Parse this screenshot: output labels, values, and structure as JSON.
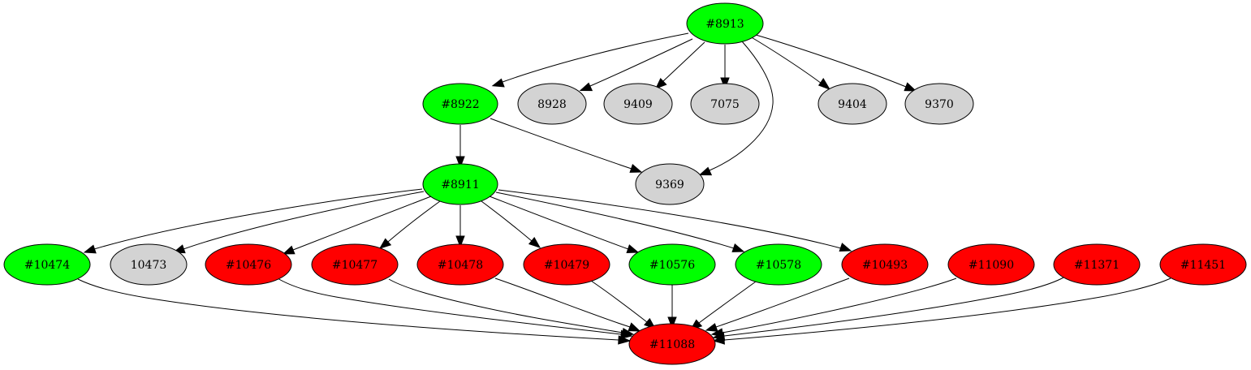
{
  "colors": {
    "green": "#00ff00",
    "red": "#ff0000",
    "gray": "#d3d3d3",
    "stroke": "#000000"
  },
  "nodes": {
    "n8913": {
      "label": "#8913",
      "fill": "green"
    },
    "n8922": {
      "label": "#8922",
      "fill": "green"
    },
    "n8928": {
      "label": "8928",
      "fill": "gray"
    },
    "n9409": {
      "label": "9409",
      "fill": "gray"
    },
    "n7075": {
      "label": "7075",
      "fill": "gray"
    },
    "n9404": {
      "label": "9404",
      "fill": "gray"
    },
    "n9370": {
      "label": "9370",
      "fill": "gray"
    },
    "n8911": {
      "label": "#8911",
      "fill": "green"
    },
    "n9369": {
      "label": "9369",
      "fill": "gray"
    },
    "n10474": {
      "label": "#10474",
      "fill": "green"
    },
    "n10473": {
      "label": "10473",
      "fill": "gray"
    },
    "n10476": {
      "label": "#10476",
      "fill": "red"
    },
    "n10477": {
      "label": "#10477",
      "fill": "red"
    },
    "n10478": {
      "label": "#10478",
      "fill": "red"
    },
    "n10479": {
      "label": "#10479",
      "fill": "red"
    },
    "n10576": {
      "label": "#10576",
      "fill": "green"
    },
    "n10578": {
      "label": "#10578",
      "fill": "green"
    },
    "n10493": {
      "label": "#10493",
      "fill": "red"
    },
    "n11090": {
      "label": "#11090",
      "fill": "red"
    },
    "n11371": {
      "label": "#11371",
      "fill": "red"
    },
    "n11451": {
      "label": "#11451",
      "fill": "red"
    },
    "n11088": {
      "label": "#11088",
      "fill": "red"
    }
  },
  "edges": [
    {
      "from": "n8913",
      "to": "n8922"
    },
    {
      "from": "n8913",
      "to": "n8928"
    },
    {
      "from": "n8913",
      "to": "n9409"
    },
    {
      "from": "n8913",
      "to": "n7075"
    },
    {
      "from": "n8913",
      "to": "n9369"
    },
    {
      "from": "n8913",
      "to": "n9404"
    },
    {
      "from": "n8913",
      "to": "n9370"
    },
    {
      "from": "n8922",
      "to": "n8911"
    },
    {
      "from": "n8922",
      "to": "n9369"
    },
    {
      "from": "n8911",
      "to": "n10474"
    },
    {
      "from": "n8911",
      "to": "n10473"
    },
    {
      "from": "n8911",
      "to": "n10476"
    },
    {
      "from": "n8911",
      "to": "n10477"
    },
    {
      "from": "n8911",
      "to": "n10478"
    },
    {
      "from": "n8911",
      "to": "n10479"
    },
    {
      "from": "n8911",
      "to": "n10576"
    },
    {
      "from": "n8911",
      "to": "n10578"
    },
    {
      "from": "n8911",
      "to": "n10493"
    },
    {
      "from": "n10474",
      "to": "n11088"
    },
    {
      "from": "n10476",
      "to": "n11088"
    },
    {
      "from": "n10477",
      "to": "n11088"
    },
    {
      "from": "n10478",
      "to": "n11088"
    },
    {
      "from": "n10479",
      "to": "n11088"
    },
    {
      "from": "n10576",
      "to": "n11088"
    },
    {
      "from": "n10578",
      "to": "n11088"
    },
    {
      "from": "n10493",
      "to": "n11088"
    },
    {
      "from": "n11090",
      "to": "n11088"
    },
    {
      "from": "n11371",
      "to": "n11088"
    },
    {
      "from": "n11451",
      "to": "n11088"
    }
  ]
}
